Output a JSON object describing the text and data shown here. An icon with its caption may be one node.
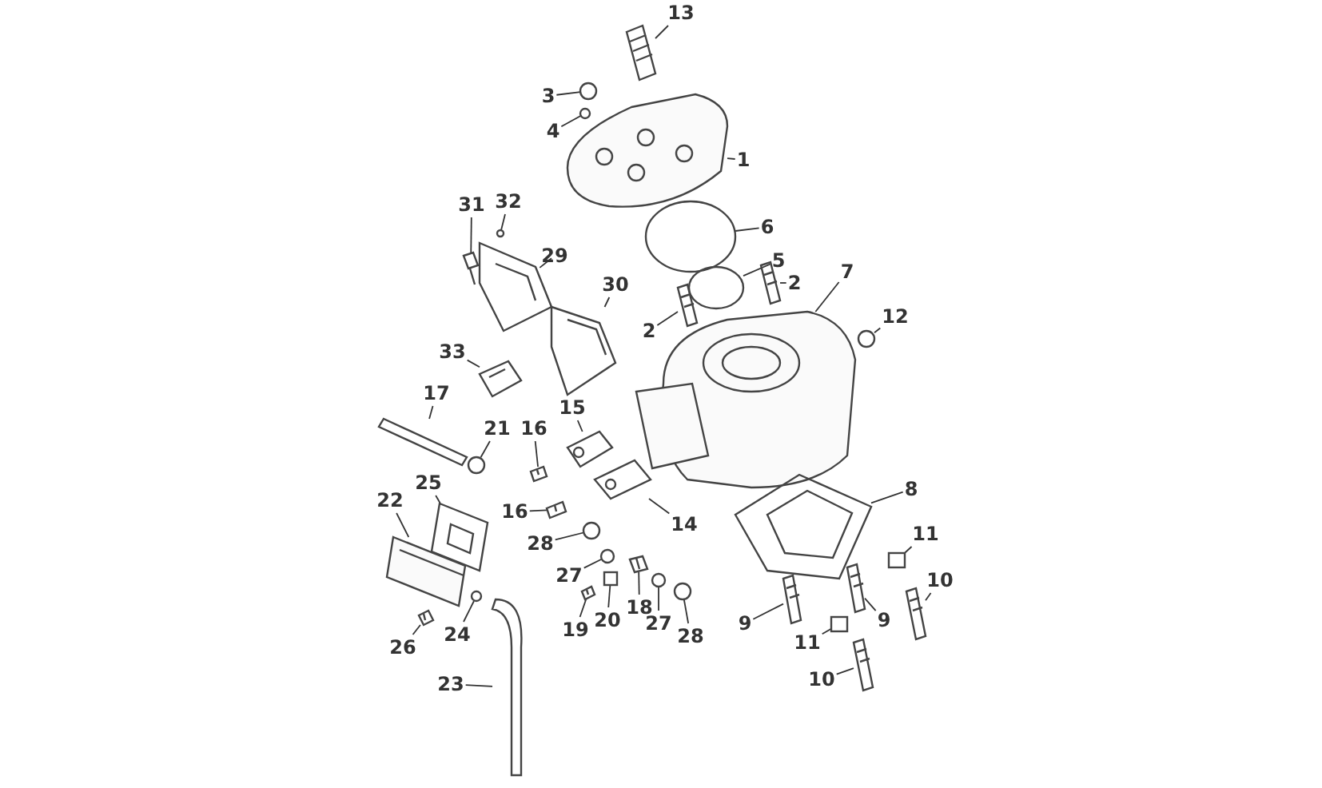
{
  "diagram": {
    "nodes": [
      {
        "text": [
          "13"
        ]
      },
      {
        "text": [
          "3"
        ]
      },
      {
        "text": [
          "4"
        ]
      },
      {
        "text": [
          "1"
        ]
      },
      {
        "text": [
          "6"
        ]
      },
      {
        "text": [
          "5"
        ]
      },
      {
        "text": [
          "2"
        ]
      },
      {
        "text": [
          "31"
        ]
      },
      {
        "text": [
          "32"
        ]
      },
      {
        "text": [
          "29"
        ]
      },
      {
        "text": [
          "7"
        ]
      },
      {
        "text": [
          "12"
        ]
      },
      {
        "text": [
          "30"
        ]
      },
      {
        "text": [
          "2"
        ]
      },
      {
        "text": [
          "33"
        ]
      },
      {
        "text": [
          "17"
        ]
      },
      {
        "text": [
          "15"
        ]
      },
      {
        "text": [
          "21"
        ]
      },
      {
        "text": [
          "16"
        ]
      },
      {
        "text": [
          "25"
        ]
      },
      {
        "text": [
          "16"
        ]
      },
      {
        "text": [
          "14"
        ]
      },
      {
        "text": [
          "22"
        ]
      },
      {
        "text": [
          "8"
        ]
      },
      {
        "text": [
          "28"
        ]
      },
      {
        "text": [
          "11"
        ]
      },
      {
        "text": [
          "27"
        ]
      },
      {
        "text": [
          "20"
        ]
      },
      {
        "text": [
          "18"
        ]
      },
      {
        "text": [
          "19"
        ]
      },
      {
        "text": [
          "27"
        ]
      },
      {
        "text": [
          "28"
        ]
      },
      {
        "text": [
          "10"
        ]
      },
      {
        "text": [
          "9"
        ]
      },
      {
        "text": [
          "9"
        ]
      },
      {
        "text": [
          "26"
        ]
      },
      {
        "text": [
          "24"
        ]
      },
      {
        "text": [
          "11"
        ]
      },
      {
        "text": [
          "10"
        ]
      },
      {
        "text": [
          "23"
        ]
      },
      {
        "text": [],
        "shape": "picture"
      },
      {
        "text": [],
        "shape": "circle"
      },
      {
        "text": [],
        "shape": "circle"
      },
      {
        "text": [],
        "shape": "picture"
      },
      {
        "text": [],
        "shape": "circle"
      },
      {
        "text": [],
        "shape": "circle"
      },
      {
        "text": [],
        "shape": "picture"
      },
      {
        "text": [],
        "shape": "picture"
      },
      {
        "text": [],
        "shape": "circle"
      },
      {
        "text": [],
        "shape": "picture"
      },
      {
        "text": [],
        "shape": "picture"
      },
      {
        "text": [],
        "shape": "circle"
      },
      {
        "text": [],
        "shape": "picture"
      },
      {
        "text": [],
        "shape": "picture"
      },
      {
        "text": [],
        "shape": "picture"
      },
      {
        "text": [],
        "shape": "bar"
      },
      {
        "text": [],
        "shape": "picture"
      },
      {
        "text": [],
        "shape": "circle"
      },
      {
        "text": [],
        "shape": "picture"
      },
      {
        "text": [],
        "shape": "picture"
      },
      {
        "text": [],
        "shape": "picture"
      },
      {
        "text": [],
        "shape": "picture"
      },
      {
        "text": [],
        "shape": "picture"
      },
      {
        "text": [],
        "shape": "picture"
      },
      {
        "text": [],
        "shape": "circle"
      },
      {
        "text": [],
        "shape": "box"
      },
      {
        "text": [],
        "shape": "circle"
      },
      {
        "text": [],
        "shape": "box"
      },
      {
        "text": [],
        "shape": "picture"
      },
      {
        "text": [],
        "shape": "picture"
      },
      {
        "text": [],
        "shape": "circle"
      },
      {
        "text": [],
        "shape": "circle"
      },
      {
        "text": [],
        "shape": "picture"
      },
      {
        "text": [],
        "shape": "picture"
      },
      {
        "text": [],
        "shape": "picture"
      },
      {
        "text": [],
        "shape": "picture"
      },
      {
        "text": [],
        "shape": "circle"
      },
      {
        "text": [],
        "shape": "box"
      },
      {
        "text": [],
        "shape": "picture"
      },
      {
        "text": [],
        "shape": "picture"
      }
    ],
    "edges": [
      {
        "from": 0,
        "to": 40,
        "arrow": "none"
      },
      {
        "from": 1,
        "to": 41,
        "arrow": "none"
      },
      {
        "from": 2,
        "to": 42,
        "arrow": "none"
      },
      {
        "from": 3,
        "to": 43,
        "arrow": "none"
      },
      {
        "from": 4,
        "to": 44,
        "arrow": "none"
      },
      {
        "from": 5,
        "to": 45,
        "arrow": "none"
      },
      {
        "from": 6,
        "to": 46,
        "arrow": "none"
      },
      {
        "from": 7,
        "to": 47,
        "arrow": "none"
      },
      {
        "from": 8,
        "to": 48,
        "arrow": "none"
      },
      {
        "from": 9,
        "to": 49,
        "arrow": "none"
      },
      {
        "from": 10,
        "to": 50,
        "arrow": "none"
      },
      {
        "from": 11,
        "to": 51,
        "arrow": "none"
      },
      {
        "from": 12,
        "to": 52,
        "arrow": "none"
      },
      {
        "from": 13,
        "to": 53,
        "arrow": "none"
      },
      {
        "from": 14,
        "to": 54,
        "arrow": "none"
      },
      {
        "from": 15,
        "to": 55,
        "arrow": "none"
      },
      {
        "from": 16,
        "to": 56,
        "arrow": "none"
      },
      {
        "from": 17,
        "to": 57,
        "arrow": "none"
      },
      {
        "from": 18,
        "to": 58,
        "arrow": "none"
      },
      {
        "from": 19,
        "to": 59,
        "arrow": "none"
      },
      {
        "from": 20,
        "to": 60,
        "arrow": "none"
      },
      {
        "from": 21,
        "to": 61,
        "arrow": "none"
      },
      {
        "from": 22,
        "to": 62,
        "arrow": "none"
      },
      {
        "from": 23,
        "to": 63,
        "arrow": "none"
      },
      {
        "from": 24,
        "to": 64,
        "arrow": "none"
      },
      {
        "from": 25,
        "to": 65,
        "arrow": "none"
      },
      {
        "from": 26,
        "to": 66,
        "arrow": "none"
      },
      {
        "from": 27,
        "to": 67,
        "arrow": "none"
      },
      {
        "from": 28,
        "to": 68,
        "arrow": "none"
      },
      {
        "from": 29,
        "to": 69,
        "arrow": "none"
      },
      {
        "from": 30,
        "to": 70,
        "arrow": "none"
      },
      {
        "from": 31,
        "to": 71,
        "arrow": "none"
      },
      {
        "from": 32,
        "to": 72,
        "arrow": "none"
      },
      {
        "from": 33,
        "to": 73,
        "arrow": "none"
      },
      {
        "from": 34,
        "to": 74,
        "arrow": "none"
      },
      {
        "from": 35,
        "to": 75,
        "arrow": "none"
      },
      {
        "from": 36,
        "to": 76,
        "arrow": "none"
      },
      {
        "from": 37,
        "to": 77,
        "arrow": "none"
      },
      {
        "from": 38,
        "to": 78,
        "arrow": "none"
      },
      {
        "from": 39,
        "to": 79,
        "arrow": "none"
      }
    ]
  }
}
